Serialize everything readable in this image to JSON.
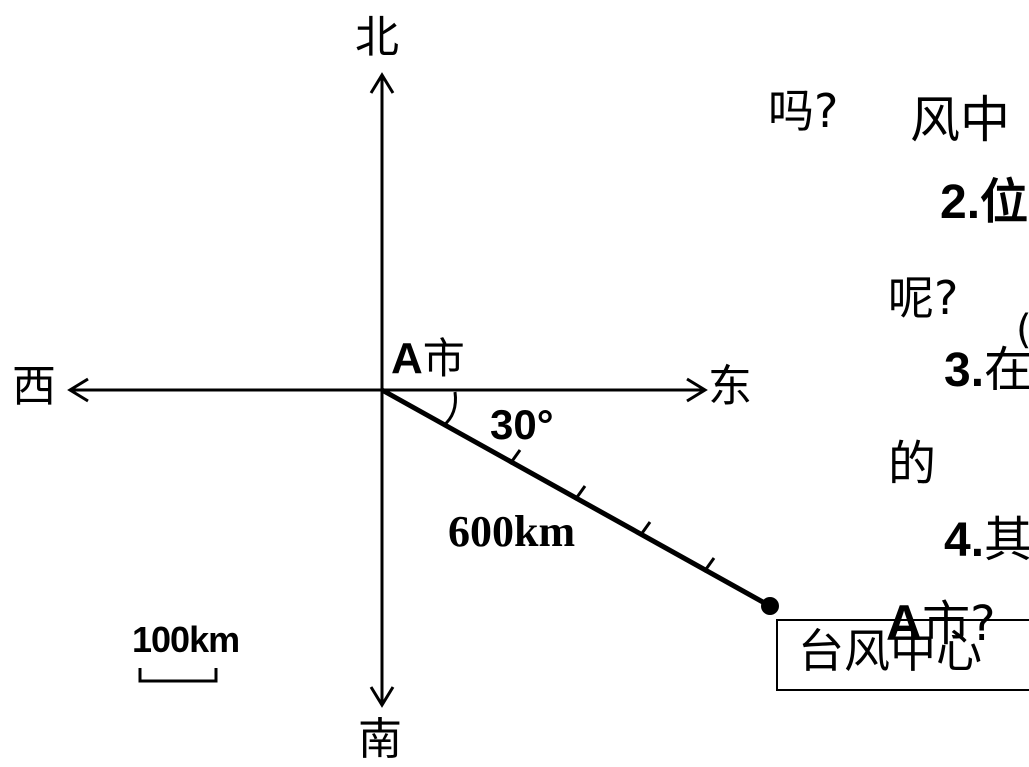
{
  "directions": {
    "north": "北",
    "south": "南",
    "west": "西",
    "east": "东"
  },
  "city_label": {
    "letter": "A",
    "char": "市"
  },
  "angle_label": "30°",
  "distance_label": "600km",
  "scale_label": "100km",
  "typhoon_label": "台风中心",
  "questions": {
    "paren_fragment": "（",
    "line1_ma": "吗?",
    "line1_tail": "风中",
    "q2_num": "2.",
    "q2_glyph": "位",
    "ne_line": "呢?",
    "paren_fragment2": "(",
    "q3_num": "3.",
    "q3_glyph": "在",
    "de_line": "的",
    "q4_num": "4.",
    "q4_glyph": "其",
    "bottom_a": "A",
    "bottom_shi": "市",
    "bottom_q": "?"
  },
  "colors": {
    "ink": "#000000",
    "background": "#ffffff"
  }
}
